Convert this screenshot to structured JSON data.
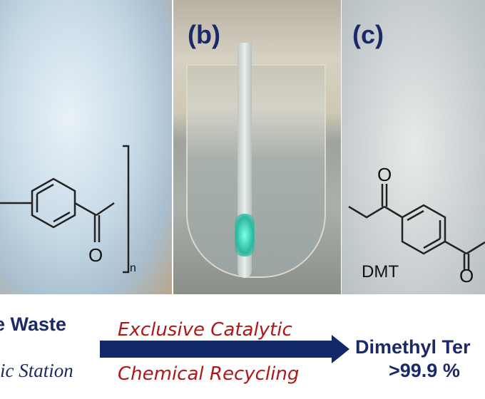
{
  "panels": {
    "a": {
      "label": "",
      "polymer_subscript": "n",
      "oxygen": "O"
    },
    "b": {
      "label": "(b)"
    },
    "c": {
      "label": "(c)",
      "compound": "DMT",
      "oxygen": "O"
    }
  },
  "caption": {
    "left_line1": "e Waste",
    "left_line2": "ic Station",
    "arrow_top": "Exclusive Catalytic",
    "arrow_bottom": "Chemical Recycling",
    "right_line1": "Dimethyl Ter",
    "right_line2": ">99.9 %"
  },
  "colors": {
    "navy": "#1b2a66",
    "red": "#b01818",
    "arrow": "#13286a"
  }
}
